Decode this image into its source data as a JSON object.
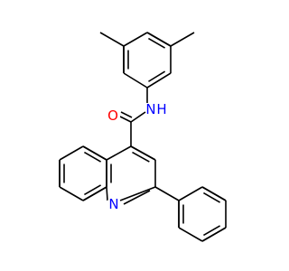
{
  "molecule": {
    "atom_labels": {
      "oxygen": {
        "text": "O",
        "color": "#ff0000"
      },
      "amide_nitrogen": {
        "text": "N",
        "color": "#0000ff"
      },
      "amide_hydrogen": {
        "text": "H",
        "color": "#0000ff"
      },
      "ring_nitrogen": {
        "text": "N",
        "color": "#0000ff"
      }
    },
    "bond_color": "#000000",
    "background": "#ffffff"
  }
}
